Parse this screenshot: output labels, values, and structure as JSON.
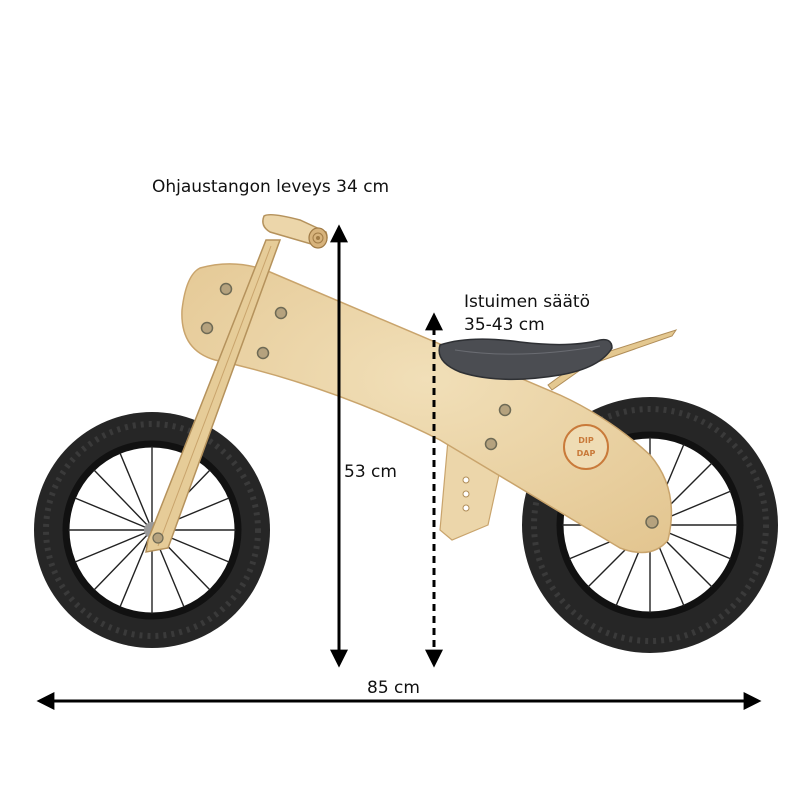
{
  "labels": {
    "handlebar_width": "Ohjaustangon leveys 34 cm",
    "seat_title": "Istuimen säätö",
    "seat_range": "35-43 cm",
    "height": "53 cm",
    "length": "85 cm"
  },
  "logo_text": "DIP DAP",
  "colors": {
    "wood": "#ead3a6",
    "wood_edge": "#c9a46c",
    "tire": "#2b2b2b",
    "seat": "#4b4d52",
    "arrow": "#000000",
    "logo": "#c97a3a"
  }
}
